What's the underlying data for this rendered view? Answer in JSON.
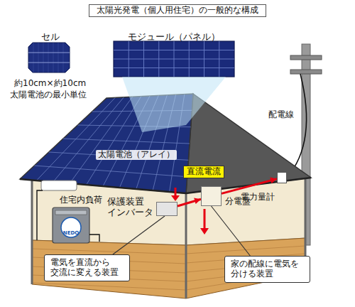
{
  "diagram": {
    "title": "太陽光発電（個人用住宅）の一般的な構成",
    "nodes": [
      {
        "text": [
          "直流電流"
        ]
      },
      {
        "text": [
          "電力量計"
        ]
      },
      {
        "text": [
          "分電盤"
        ]
      },
      {
        "text": [
          "保護装置 インバータ"
        ]
      },
      {
        "text": [
          "電気を直流から 交流に変える装置"
        ]
      },
      {
        "text": [
          "家の配線に電気を 分ける装置"
        ]
      }
    ],
    "edges": [
      {
        "from": 3,
        "to": 2,
        "arrow": "to"
      },
      {
        "from": 2,
        "to": 1,
        "arrow": "to"
      },
      {
        "from": 4,
        "to": 3,
        "arrow": "none"
      },
      {
        "from": 5,
        "to": 2,
        "arrow": "none"
      }
    ],
    "labels": [
      "セル",
      "モジュール（パネル）",
      "約10cm×約10cm",
      "太陽電池の最小単位",
      "太陽電池（アレイ）",
      "配電線",
      "住宅内負荷",
      "NEDO"
    ]
  }
}
